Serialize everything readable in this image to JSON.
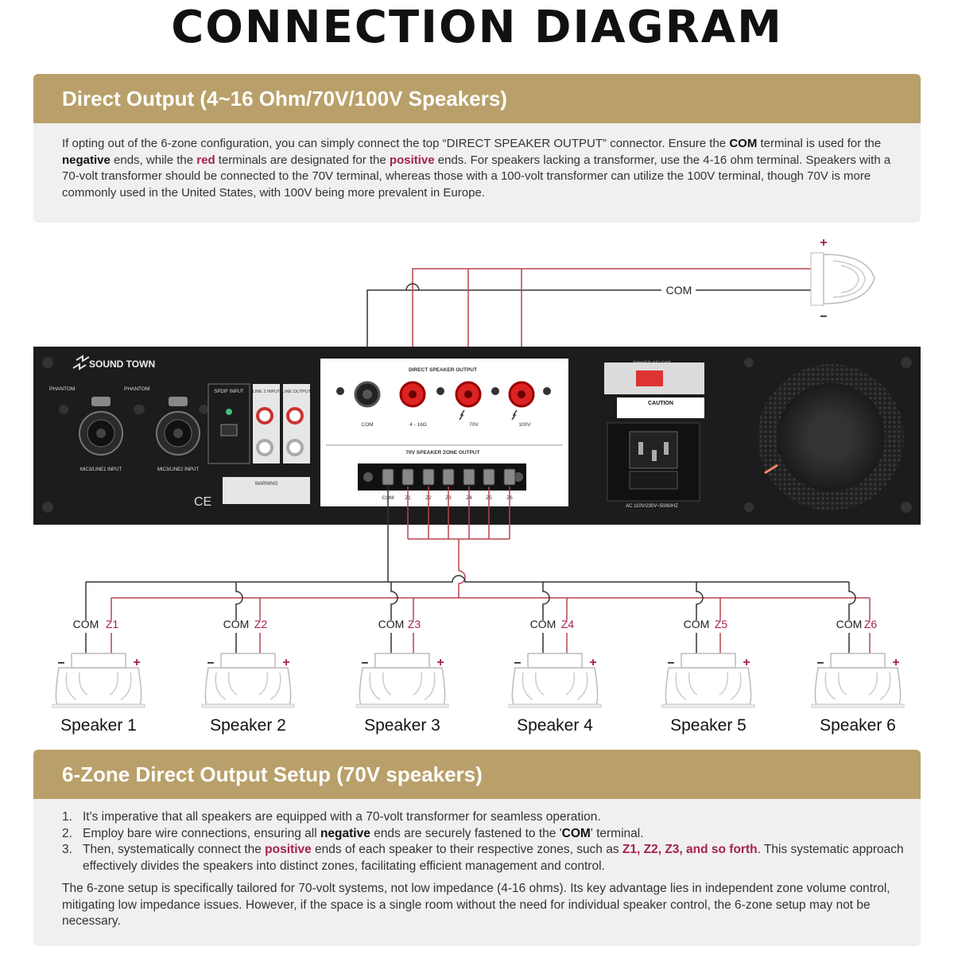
{
  "title": "CONNECTION DIAGRAM",
  "direct": {
    "heading": "Direct Output (4~16 Ohm/70V/100V Speakers)",
    "t1": "If opting out of the 6-zone configuration, you can simply connect the top “DIRECT SPEAKER OUTPUT” connector. Ensure the ",
    "com": "COM",
    "t2": " terminal is used for the ",
    "neg": "negative",
    "t3": " ends, while the ",
    "red": "red",
    "t4": " terminals are designated for the ",
    "pos": "positive",
    "t5": " ends. For speakers lacking a transformer, use the 4-16 ohm terminal. Speakers with a 70-volt transformer should be connected to the 70V terminal, whereas those with a 100-volt transformer can utilize the 100V terminal, though 70V is more commonly used in the United States, with 100V being more prevalent in Europe."
  },
  "device": {
    "brand": "SOUND TOWN",
    "phantom1": "PHANTOM",
    "phantom2": "PHANTOM",
    "mic1": "MIC3/LINE1 INPUT",
    "mic2": "MIC3/LINE2 INPUT",
    "spdif": "SPDIF INPUT",
    "line2": "LINE 2 INPUT",
    "lineout": "LINE OUTPUT",
    "ce": "CE",
    "direct_out": "DIRECT SPEAKER OUTPUT",
    "term_com": "COM",
    "term_416": "4 - 16Ω",
    "term_70": "70V",
    "term_100": "100V",
    "zone_out": "70V SPEAKER ZONE OUTPUT",
    "zone_terms": [
      "COM",
      "Z1",
      "Z2",
      "Z3",
      "Z4",
      "Z5",
      "Z6"
    ],
    "power_select": "POWER SELECT",
    "caution": "CAUTION",
    "ac": "AC 110V/230V~50/60HZ",
    "warning": "WARNING"
  },
  "top_speaker": {
    "com": "COM",
    "plus": "+",
    "minus": "–"
  },
  "speakers": [
    {
      "com": "COM",
      "zone": "Z1",
      "name": "Speaker 1"
    },
    {
      "com": "COM",
      "zone": "Z2",
      "name": "Speaker 2"
    },
    {
      "com": "COM",
      "zone": "Z3",
      "name": "Speaker 3"
    },
    {
      "com": "COM",
      "zone": "Z4",
      "name": "Speaker 4"
    },
    {
      "com": "COM",
      "zone": "Z5",
      "name": "Speaker 5"
    },
    {
      "com": "COM",
      "zone": "Z6",
      "name": "Speaker 6"
    }
  ],
  "zone": {
    "heading": "6-Zone Direct Output  Setup (70V speakers)",
    "i1_num": "1.",
    "i1": "It's imperative that all speakers are equipped with a 70-volt transformer for seamless operation.",
    "i2_num": "2.",
    "i2a": "Employ bare wire connections, ensuring all ",
    "i2_neg": "negative",
    "i2b": " ends are securely fastened to the '",
    "i2_com": "COM",
    "i2c": "' terminal.",
    "i3_num": "3.",
    "i3a": "Then, systematically connect the ",
    "i3_pos": "positive",
    "i3b": " ends of each speaker to their respective zones, such as ",
    "i3_z": "Z1, Z2, Z3, and so forth",
    "i3c": ". This systematic approach effectively divides the speakers into distinct zones, facilitating efficient management and control.",
    "para": "The 6-zone setup is specifically tailored for 70-volt systems, not low impedance (4-16 ohms). Its key advantage lies in independent zone volume control, mitigating low impedance issues. However, if the space is a single room without the need for individual speaker control, the 6-zone setup may not be necessary."
  },
  "colors": {
    "gold": "#b9a06a",
    "wire_red": "#b8434f",
    "wire_dark": "#333333",
    "panel_bg": "#f1f0ee",
    "device": "#1c1c1c"
  }
}
